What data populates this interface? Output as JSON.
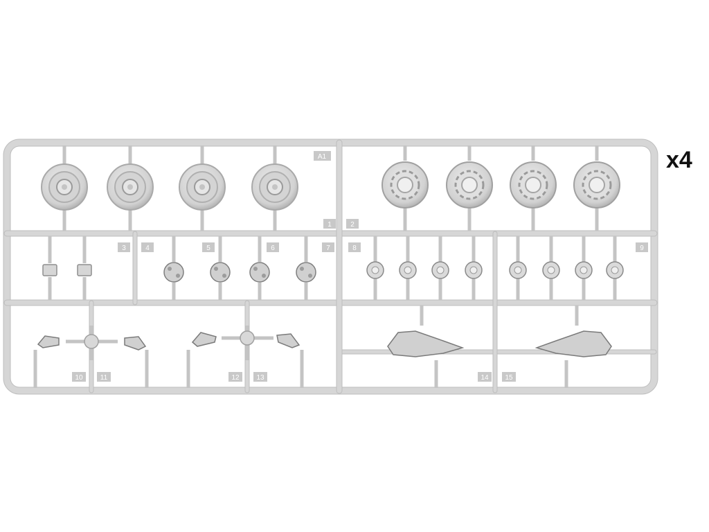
{
  "quantity_label": "x4",
  "sprue_label": "A1",
  "part_numbers": [
    "1",
    "2",
    "3",
    "4",
    "5",
    "6",
    "7",
    "8",
    "9",
    "10",
    "11",
    "12",
    "13",
    "14",
    "15"
  ],
  "colors": {
    "plastic": "#dcdcdc",
    "plastic_shadow": "#a8a8a8",
    "plastic_dark": "#8a8a8a",
    "tag_bg": "#c8c8c8",
    "background": "#ffffff"
  }
}
